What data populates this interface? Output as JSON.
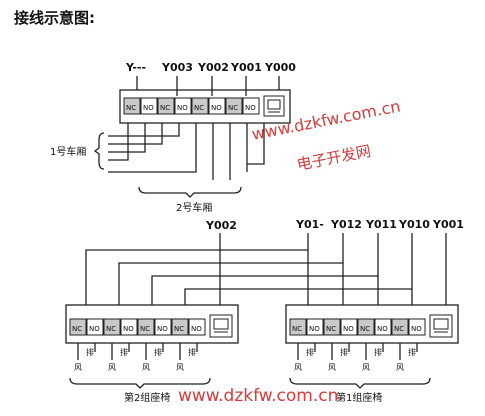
{
  "title": "接线示意图:",
  "top_relay": {
    "output_labels": [
      "Y---",
      "Y003",
      "Y002",
      "Y001",
      "Y000"
    ],
    "cell_labels": [
      "NC",
      "NO",
      "NC",
      "NO",
      "NC",
      "NO",
      "NC",
      "NO"
    ],
    "group_left_label": "1号车厢",
    "group_bottom_label": "2号车厢"
  },
  "bottom_left": {
    "output_label": "Y002",
    "cell_labels": [
      "NC",
      "NO",
      "NC",
      "NO",
      "NC",
      "NO",
      "NC",
      "NO"
    ],
    "device_labels": [
      "排",
      "风",
      "排",
      "风",
      "排",
      "风",
      "排",
      "风"
    ],
    "caption": "第2组座椅"
  },
  "bottom_right": {
    "output_labels": [
      "Y01-",
      "Y012",
      "Y011",
      "Y010",
      "Y001"
    ],
    "cell_labels": [
      "NC",
      "NO",
      "NC",
      "NO",
      "NC",
      "NO",
      "NC",
      "NO"
    ],
    "device_labels": [
      "排",
      "风",
      "排",
      "风",
      "排",
      "风",
      "排",
      "风"
    ],
    "caption": "第1组座椅"
  },
  "watermarks": {
    "site_top": "www.dzkfw.com.cn",
    "name_top": "电子开发网",
    "site_bottom": "www.dzkfw.com.cn"
  },
  "colors": {
    "watermark": "#d43b3b",
    "ink": "#222222",
    "nc_fill": "#c9c9c9"
  }
}
